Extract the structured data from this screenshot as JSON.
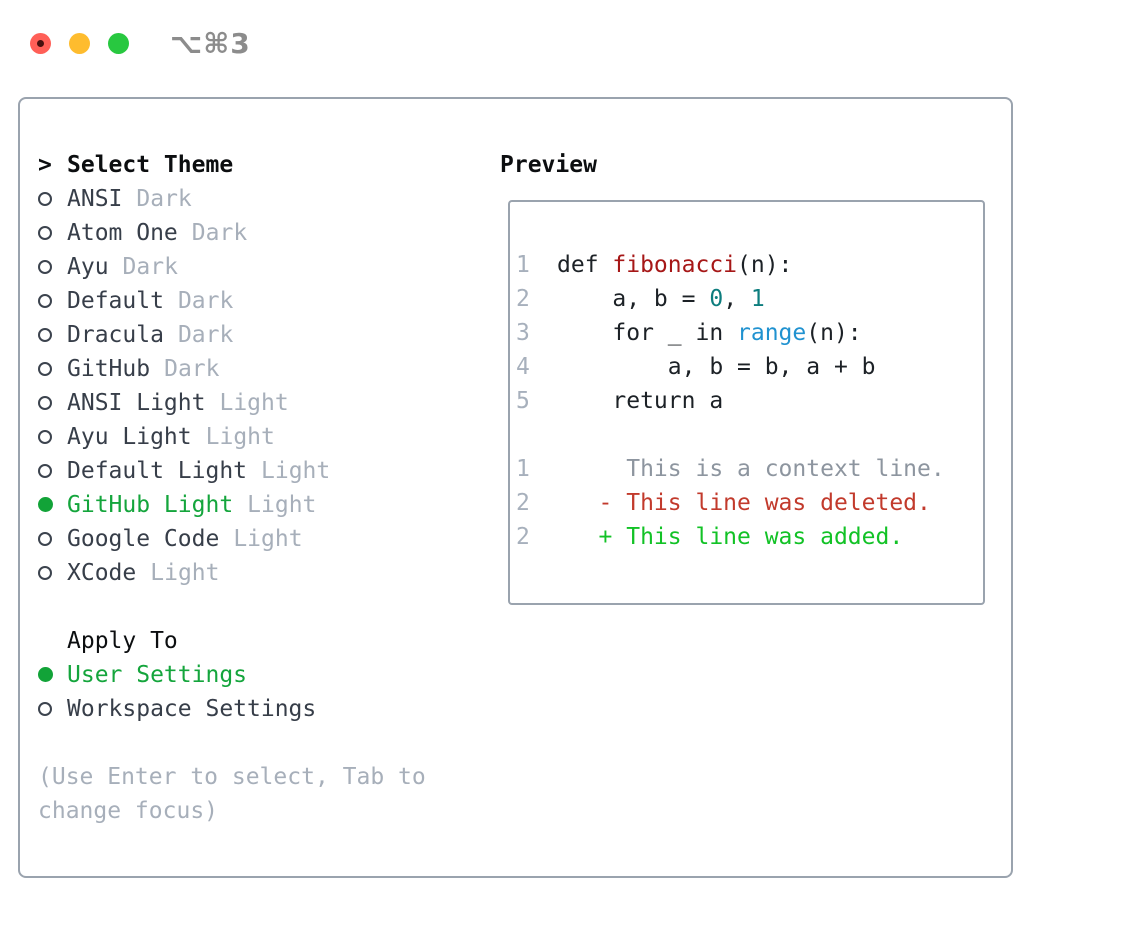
{
  "window": {
    "title": "⌥⌘3",
    "traffic_lights": [
      "close",
      "minimize",
      "zoom"
    ]
  },
  "theme_panel": {
    "header": {
      "prefix": ">",
      "label": "Select Theme"
    },
    "items": [
      {
        "name": "ANSI",
        "variant": "Dark",
        "selected": false
      },
      {
        "name": "Atom One",
        "variant": "Dark",
        "selected": false
      },
      {
        "name": "Ayu",
        "variant": "Dark",
        "selected": false
      },
      {
        "name": "Default",
        "variant": "Dark",
        "selected": false
      },
      {
        "name": "Dracula",
        "variant": "Dark",
        "selected": false
      },
      {
        "name": "GitHub",
        "variant": "Dark",
        "selected": false
      },
      {
        "name": "ANSI Light",
        "variant": "Light",
        "selected": false
      },
      {
        "name": "Ayu Light",
        "variant": "Light",
        "selected": false
      },
      {
        "name": "Default Light",
        "variant": "Light",
        "selected": false
      },
      {
        "name": "GitHub Light",
        "variant": "Light",
        "selected": true
      },
      {
        "name": "Google Code",
        "variant": "Light",
        "selected": false
      },
      {
        "name": "XCode",
        "variant": "Light",
        "selected": false
      }
    ],
    "apply_to": {
      "header": "Apply To",
      "items": [
        {
          "name": "User Settings",
          "selected": true
        },
        {
          "name": "Workspace Settings",
          "selected": false
        }
      ]
    },
    "help": "(Use Enter to select, Tab to change focus)"
  },
  "preview_panel": {
    "header": "Preview",
    "lines": [
      {
        "num": "1",
        "tokens": [
          [
            "def ",
            "code"
          ],
          [
            "fibonacci",
            "function"
          ],
          [
            "(n):",
            "code"
          ]
        ]
      },
      {
        "num": "2",
        "tokens": [
          [
            "    a, b = ",
            "code"
          ],
          [
            "0",
            "number"
          ],
          [
            ", ",
            "code"
          ],
          [
            "1",
            "number"
          ]
        ]
      },
      {
        "num": "3",
        "tokens": [
          [
            "    for _ in ",
            "code"
          ],
          [
            "range",
            "builtin"
          ],
          [
            "(n):",
            "code"
          ]
        ]
      },
      {
        "num": "4",
        "tokens": [
          [
            "        a, b = b, a + b",
            "code"
          ]
        ]
      },
      {
        "num": "5",
        "tokens": [
          [
            "    return a",
            "code"
          ]
        ]
      },
      {
        "num": "",
        "tokens": []
      },
      {
        "num": "1",
        "tokens": [
          [
            "     This is a context line.",
            "context"
          ]
        ]
      },
      {
        "num": "2",
        "tokens": [
          [
            "   - This line was deleted.",
            "deleted"
          ]
        ]
      },
      {
        "num": "2",
        "tokens": [
          [
            "   + This line was added.",
            "added"
          ]
        ]
      }
    ]
  },
  "colors": {
    "selected_green": "#14a53c",
    "diff_added_green": "#12c226",
    "diff_deleted_red": "#c23a2c",
    "function_red": "#a61717",
    "number_teal": "#0d7d7e",
    "builtin_blue": "#2092d0",
    "context_gray": "#8d959f",
    "muted_gray": "#a7afba",
    "text_dark": "#373e49",
    "border_gray": "#9aa3ae",
    "traffic_red": "#ff5f57",
    "traffic_yellow": "#febc2e",
    "traffic_green": "#28c840"
  }
}
